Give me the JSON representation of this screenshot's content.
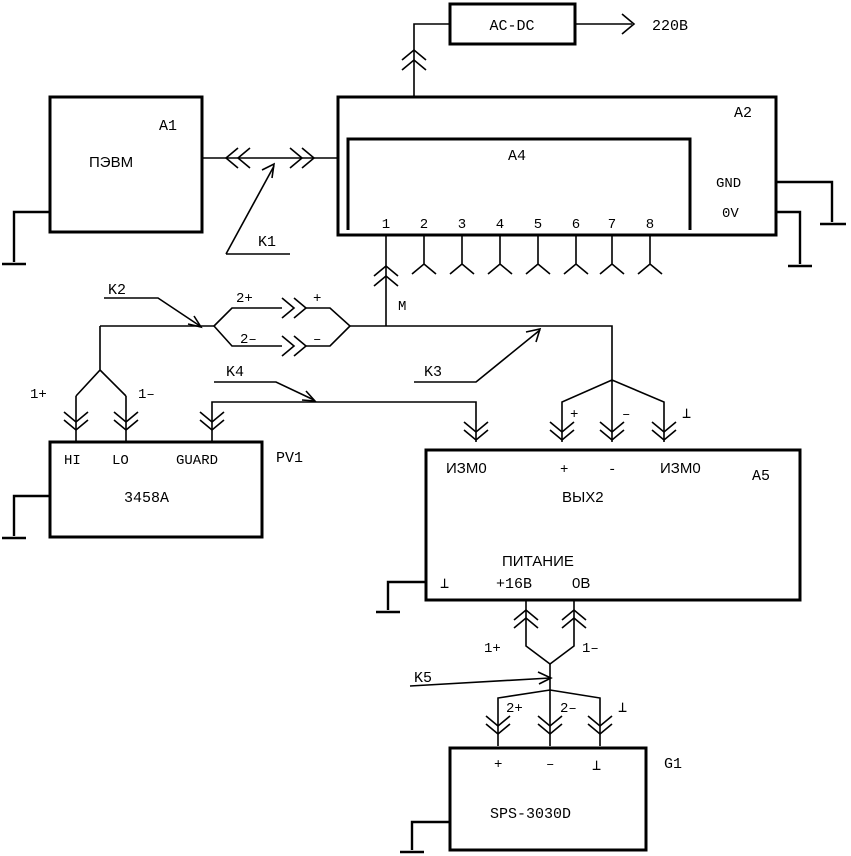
{
  "blocks": {
    "a1": {
      "designator": "A1",
      "name": "ПЭВМ"
    },
    "a2": {
      "designator": "A2",
      "gnd": "GND",
      "zero": "0V"
    },
    "a4": {
      "designator": "A4",
      "channels": [
        "1",
        "2",
        "3",
        "4",
        "5",
        "6",
        "7",
        "8"
      ]
    },
    "acdc": {
      "name": "AC-DC",
      "mains": "220В"
    },
    "pv1": {
      "designator": "PV1",
      "model": "3458A",
      "hi": "HI",
      "lo": "LO",
      "guard": "GUARD"
    },
    "a5": {
      "designator": "A5",
      "izm_left": "ИЗМ0",
      "plus": "+",
      "minus": "-",
      "izm_right": "ИЗМ0",
      "out": "ВЫХ2",
      "power_title": "ПИТАНИЕ",
      "gnd": "⊥",
      "p16": "+16В",
      "zero": "0В"
    },
    "g1": {
      "designator": "G1",
      "model": "SPS-3030D",
      "plus": "+",
      "minus": "–",
      "gnd": "⊥"
    }
  },
  "connectors": {
    "k1": "K1",
    "k2": "K2",
    "k3": "K3",
    "k4": "K4",
    "k5": "K5",
    "m": "M",
    "k2_2p": "2+",
    "k2_2m": "2–",
    "k2_p": "+",
    "k2_m": "–",
    "pv1_1p": "1+",
    "pv1_1m": "1–",
    "a5_p": "+",
    "a5_m": "–",
    "a5_gnd": "⊥",
    "a5_1p": "1+",
    "a5_1m": "1–",
    "g1_2p": "2+",
    "g1_2m": "2–",
    "g1_gnd": "⊥"
  }
}
